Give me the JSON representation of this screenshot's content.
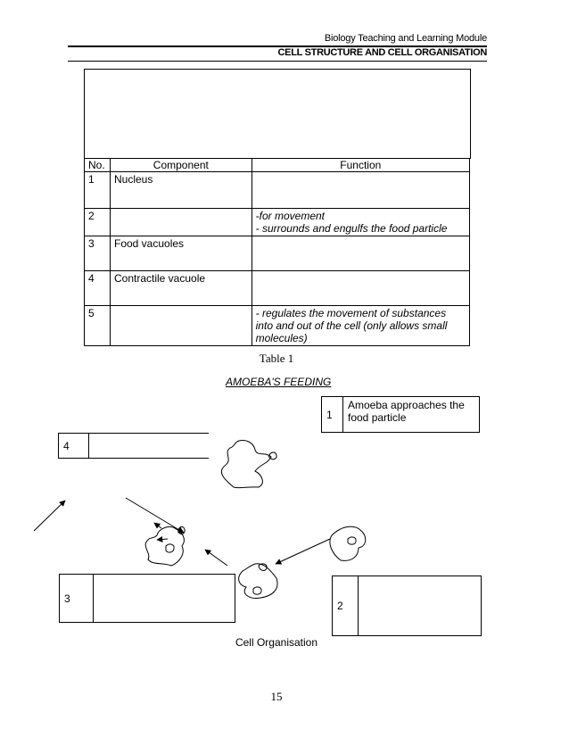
{
  "header": {
    "title": "Biology Teaching and Learning Module",
    "subtitle": "CELL STRUCTURE AND CELL ORGANISATION"
  },
  "table": {
    "headers": [
      "No.",
      "Component",
      "Function"
    ],
    "rows": [
      {
        "no": "1",
        "component": "Nucleus",
        "function": ""
      },
      {
        "no": "2",
        "component": "",
        "function": " -for movement\n- surrounds and engulfs the food particle"
      },
      {
        "no": "3",
        "component": "Food vacuoles",
        "function": ""
      },
      {
        "no": "4",
        "component": "Contractile vacuole",
        "function": ""
      },
      {
        "no": "5",
        "component": "",
        "function": "- regulates the movement of substances into and out of the cell (only allows small molecules)"
      }
    ]
  },
  "caption": "Table 1",
  "subheading": "AMOEBA'S FEEDING",
  "steps": {
    "s1": {
      "num": "1",
      "text": "Amoeba approaches the food particle"
    },
    "s2": {
      "num": "2",
      "text": ""
    },
    "s3": {
      "num": "3",
      "text": ""
    },
    "s4": {
      "num": "4",
      "text": ""
    }
  },
  "footer_label": "Cell Organisation",
  "page_number": "15"
}
